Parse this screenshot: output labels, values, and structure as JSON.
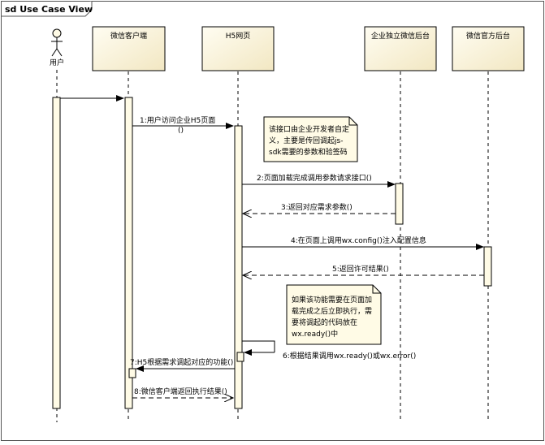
{
  "diagram": {
    "frame_title": "sd Use Case View",
    "actor": {
      "label": "用户"
    },
    "participants": [
      {
        "id": "wechat-client",
        "label": "微信客户端"
      },
      {
        "id": "h5-page",
        "label": "H5网页"
      },
      {
        "id": "enterprise-backend",
        "label": "企业独立微信后台"
      },
      {
        "id": "wechat-official-backend",
        "label": "微信官方后台"
      }
    ],
    "messages": [
      {
        "label": "1:用户访问企业H5页面",
        "label2": "()"
      },
      {
        "label": "2:页面加载完成调用参数请求接口()"
      },
      {
        "label": "3:返回对应需求参数()"
      },
      {
        "label": "4:在页面上调用wx.config()注入配置信息"
      },
      {
        "label": "5:返回许可结果()"
      },
      {
        "label": "6:根据结果调用wx.ready()或wx.error()"
      },
      {
        "label": "7:H5根据需求调起对应的功能()"
      },
      {
        "label": "8:微信客户端返回执行结果()"
      }
    ],
    "notes": [
      {
        "lines": [
          "该接口由企业开发者自定",
          "义，主要是传回调起js-",
          "sdk需要的参数和验签码"
        ]
      },
      {
        "lines": [
          "如果该功能需要在页面加",
          "载完成之后立即执行，需",
          "要将调起的代码放在",
          "wx.ready()中"
        ]
      }
    ],
    "colors": {
      "participant_fill": "#fffbe6",
      "note_fill": "#fffbe6",
      "activation_fill": "#fffbe6",
      "line": "#000000"
    }
  }
}
